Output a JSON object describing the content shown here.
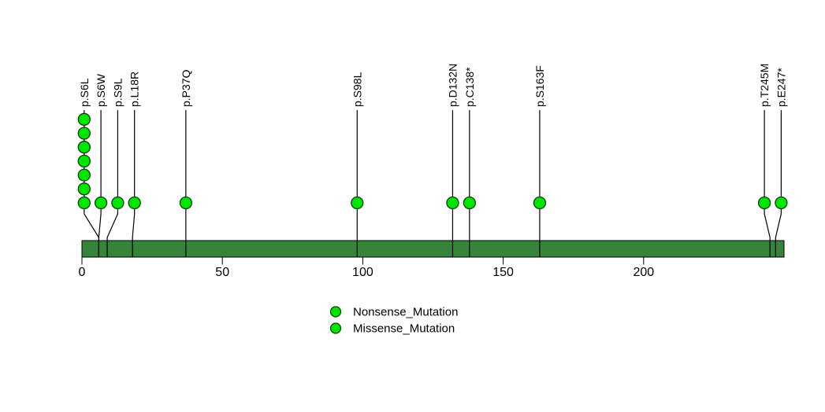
{
  "chart_data": {
    "type": "lollipop",
    "title": "",
    "protein_length": 250,
    "axis_range": [
      0,
      250
    ],
    "axis_ticks": [
      0,
      50,
      100,
      150,
      200
    ],
    "grid": false,
    "legend_position": "bottom-center",
    "legend": [
      {
        "label": "Nonsense_Mutation",
        "color": "#00e600"
      },
      {
        "label": "Missense_Mutation",
        "color": "#00e600"
      }
    ],
    "mutations": [
      {
        "label": "p.S6L",
        "position": 6,
        "count": 7
      },
      {
        "label": "p.S6W",
        "position": 6,
        "count": 1
      },
      {
        "label": "p.S9L",
        "position": 9,
        "count": 1
      },
      {
        "label": "p.L18R",
        "position": 18,
        "count": 1
      },
      {
        "label": "p.P37Q",
        "position": 37,
        "count": 1
      },
      {
        "label": "p.S98L",
        "position": 98,
        "count": 1
      },
      {
        "label": "p.D132N",
        "position": 132,
        "count": 1
      },
      {
        "label": "p.C138*",
        "position": 138,
        "count": 1
      },
      {
        "label": "p.S163F",
        "position": 163,
        "count": 1
      },
      {
        "label": "p.T245M",
        "position": 245,
        "count": 1
      },
      {
        "label": "p.E247*",
        "position": 247,
        "count": 1
      }
    ],
    "colors": {
      "lollipop_fill": "#00e600",
      "lollipop_stroke": "#063b06",
      "protein_bar_fill": "#35843a",
      "protein_bar_stroke": "#000000",
      "stem": "#000000",
      "text": "#000000",
      "background": "#ffffff"
    }
  }
}
